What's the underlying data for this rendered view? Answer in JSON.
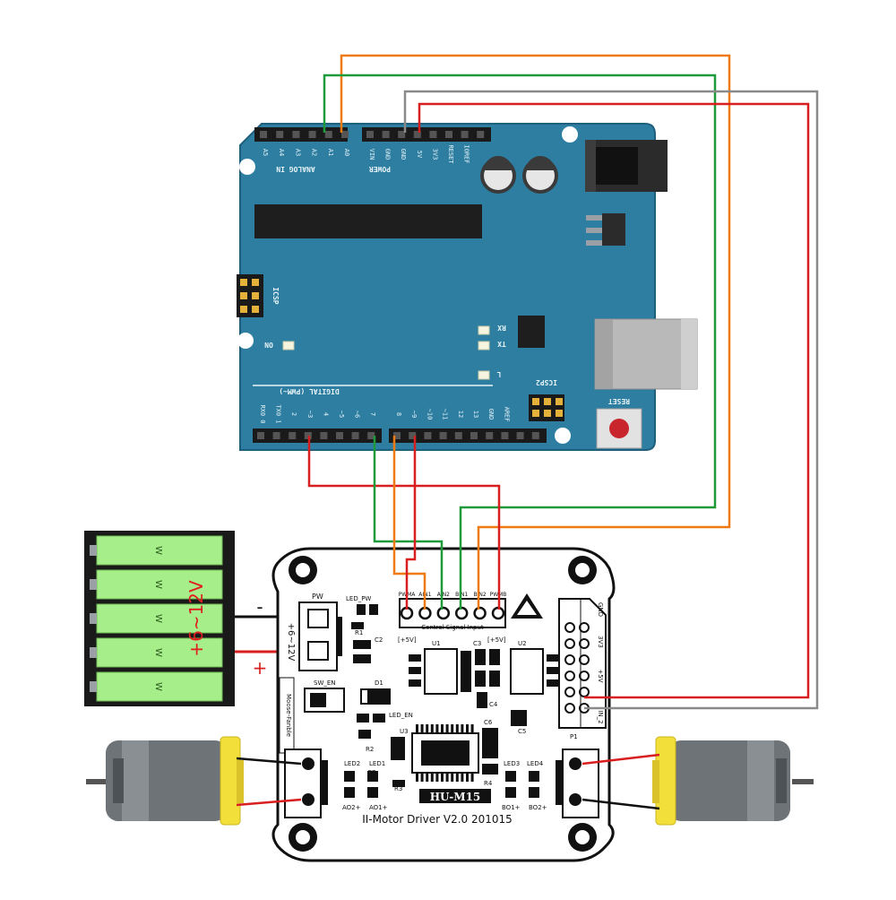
{
  "arduino": {
    "analog_pins": [
      "A5",
      "A4",
      "A3",
      "A2",
      "A1",
      "A0"
    ],
    "analog_header": "ANALOG IN",
    "power_pins": [
      "VIN",
      "GND",
      "GND",
      "5V",
      "3V3",
      "RESET",
      "IOREF"
    ],
    "power_header": "POWER",
    "icsp": "ICSP",
    "icsp2": "ICSP2",
    "on": "ON",
    "rx": "RX",
    "tx": "TX",
    "l": "L",
    "reset": "RESET",
    "digital_header": "DIGITAL (PWM~)",
    "digital_pins": [
      "RX0 0",
      "TX0 1",
      "2",
      "~3",
      "4",
      "~5",
      "~6",
      "7",
      "8",
      "~9",
      "~10",
      "~11",
      "12",
      "13",
      "GND",
      "AREF"
    ]
  },
  "battery": {
    "label": "+6~12V",
    "cell_marks": [
      "W",
      "W",
      "W",
      "W",
      "W"
    ],
    "minus": "-",
    "plus": "+"
  },
  "driver": {
    "pwr_label": "+6~12V",
    "pw": "PW",
    "led_pw": "LED_PW",
    "r1": "R1",
    "c2": "C2",
    "sw_en": "SW_EN",
    "d1": "D1",
    "led_en": "LED_EN",
    "r2": "R2",
    "c7": "C7",
    "u3": "U3",
    "u1": "U1",
    "u2": "U2",
    "c3": "C3",
    "c4": "C4",
    "c5": "C5",
    "c6": "C6",
    "r3": "R3",
    "r4": "R4",
    "led1": "LED1",
    "led2": "LED2",
    "led3": "LED3",
    "led4": "LED4",
    "ao2": "AO2+",
    "ao1": "AO1+",
    "bo1": "BO1+",
    "bo2": "BO2+",
    "brand": "Moose-Fanble",
    "model": "HU-M15",
    "title": "II-Motor Driver  V2.0  201015",
    "signal_pins": [
      "PWMA",
      "AIN1",
      "AIN2",
      "BIN1",
      "BIN2",
      "PWMB"
    ],
    "signal_label": "Control Signal Input",
    "v5_left": "[+5V]",
    "v5_right": "[+5V]",
    "p1": "P1",
    "p1_pins": [
      "GND",
      "3V3",
      "+5V",
      "IN_2"
    ]
  },
  "wire_colors": {
    "orange": "#f07a12",
    "green": "#1f9a3a",
    "gray": "#8a8a8a",
    "red": "#d81e1e",
    "black": "#111111"
  }
}
